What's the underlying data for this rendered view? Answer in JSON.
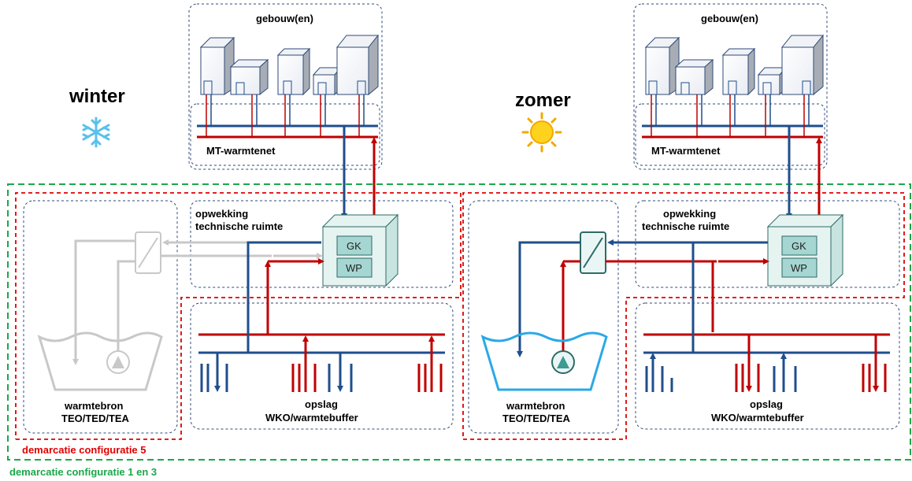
{
  "left": {
    "season": "winter",
    "buildings_label": "gebouw(en)",
    "network_label": "MT-warmtenet",
    "generation_label_1": "opwekking",
    "generation_label_2": "technische ruimte",
    "unit_top": "GK",
    "unit_bottom": "WP",
    "source_label_1": "warmtebron",
    "source_label_2": "TEO/TED/TEA",
    "storage_label_1": "opslag",
    "storage_label_2": "WKO/warmtebuffer"
  },
  "right": {
    "season": "zomer",
    "buildings_label": "gebouw(en)",
    "network_label": "MT-warmtenet",
    "generation_label_1": "opwekking",
    "generation_label_2": "technische ruimte",
    "unit_top": "GK",
    "unit_bottom": "WP",
    "source_label_1": "warmtebron",
    "source_label_2": "TEO/TED/TEA",
    "storage_label_1": "opslag",
    "storage_label_2": "WKO/warmtebuffer"
  },
  "demarcation_5": "demarcatie configuratie 5",
  "demarcation_1_3": "demarcatie configuratie 1 en 3",
  "colors": {
    "supply_red": "#c00000",
    "return_blue": "#1f4e8c",
    "inactive_grey": "#c8c8c8",
    "demarcation_red": "#e00000",
    "demarcation_green": "#1aa84a",
    "unit_teal": "#a6d6d1",
    "water_blue": "#2aa9e6"
  },
  "icons": {
    "winter": "snowflake-icon",
    "summer": "sun-icon"
  }
}
